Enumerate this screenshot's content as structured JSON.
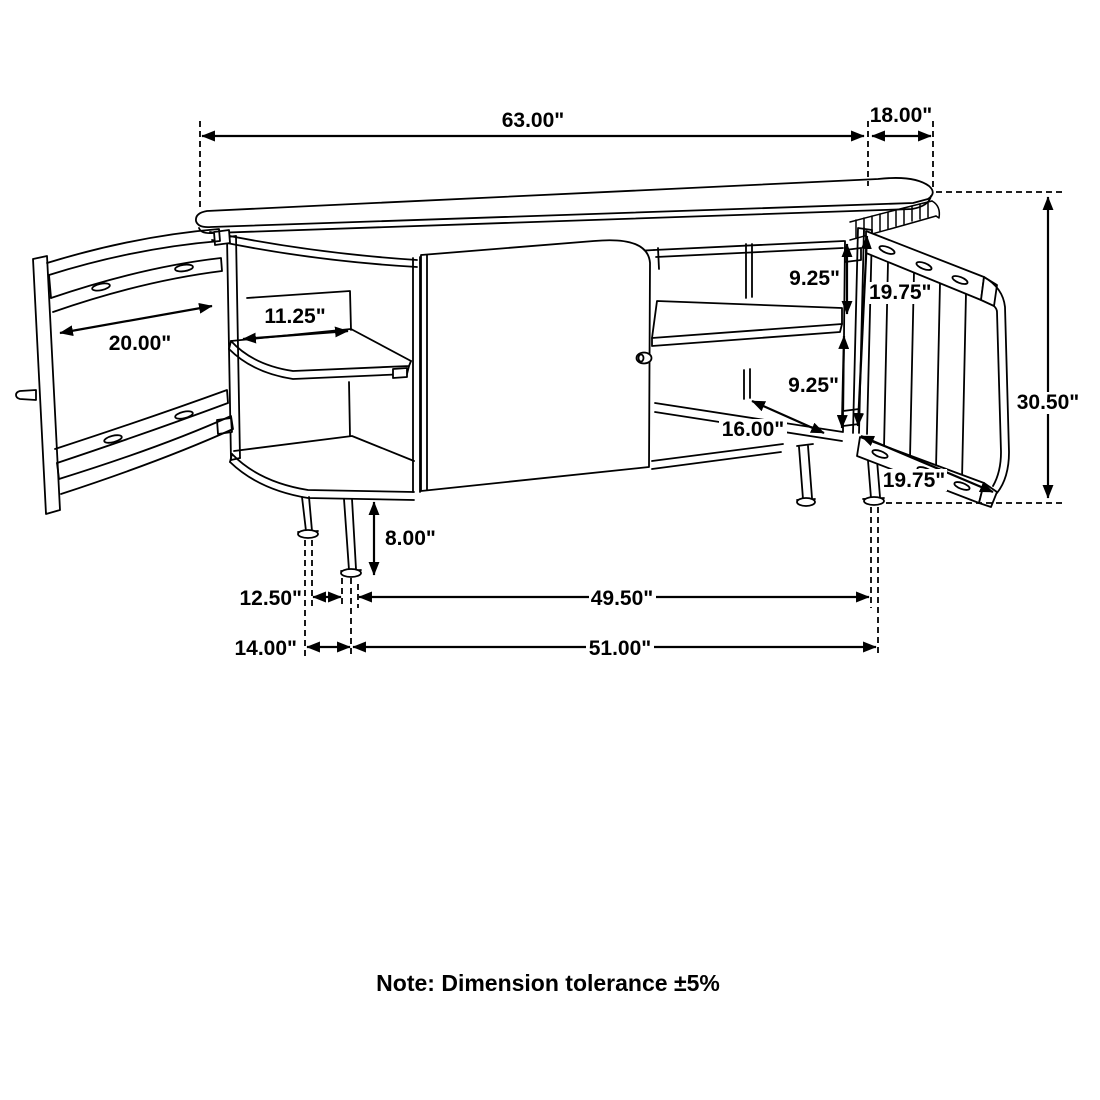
{
  "page": {
    "background": "#ffffff",
    "line_color": "#000000"
  },
  "note": "Note: Dimension tolerance ±5%",
  "dimensions": {
    "overall_width": "63.00\"",
    "top_depth": "18.00\"",
    "overall_height": "30.50\"",
    "left_door_width": "20.00\"",
    "left_shelf_depth": "11.25\"",
    "upper_compartment_height": "9.25\"",
    "lower_compartment_height": "9.25\"",
    "right_door_height": "19.75\"",
    "right_door_width": "19.75\"",
    "compartment_depth": "16.00\"",
    "leg_height": "8.00\"",
    "front_leg_spacing": "12.50\"",
    "leg_span_inner": "49.50\"",
    "outer_leg_spacing": "14.00\"",
    "leg_span_outer": "51.00\""
  }
}
